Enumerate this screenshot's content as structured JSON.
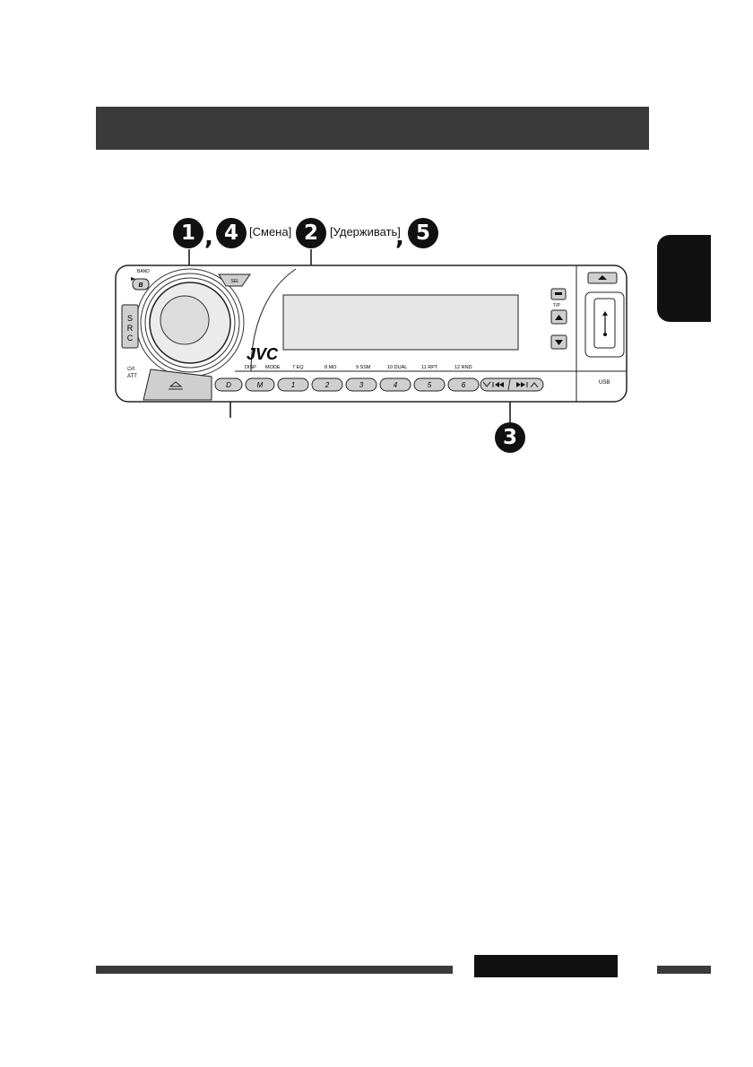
{
  "steps": {
    "s1": "1",
    "s4": "4",
    "s2": "2",
    "s5": "5",
    "s3": "3",
    "note_change": "[Смена]",
    "note_hold": "[Удерживать]",
    "comma": ","
  },
  "device": {
    "brand": "JVC",
    "band_label": "BAND",
    "b_key": "B",
    "sel_key": "SEL",
    "src_letters": [
      "S",
      "R",
      "C"
    ],
    "power_label": "⏻/I",
    "att_label": "ATT",
    "tp_label": "T/P",
    "usb_label": "USB",
    "function_labels": [
      "DISP",
      "MODE",
      "7  EQ",
      "8  MO",
      "9  SSM",
      "10  DUAL",
      "11  RPT",
      "12  RND"
    ],
    "buttons": [
      "D",
      "M",
      "1",
      "2",
      "3",
      "4",
      "5",
      "6"
    ]
  }
}
